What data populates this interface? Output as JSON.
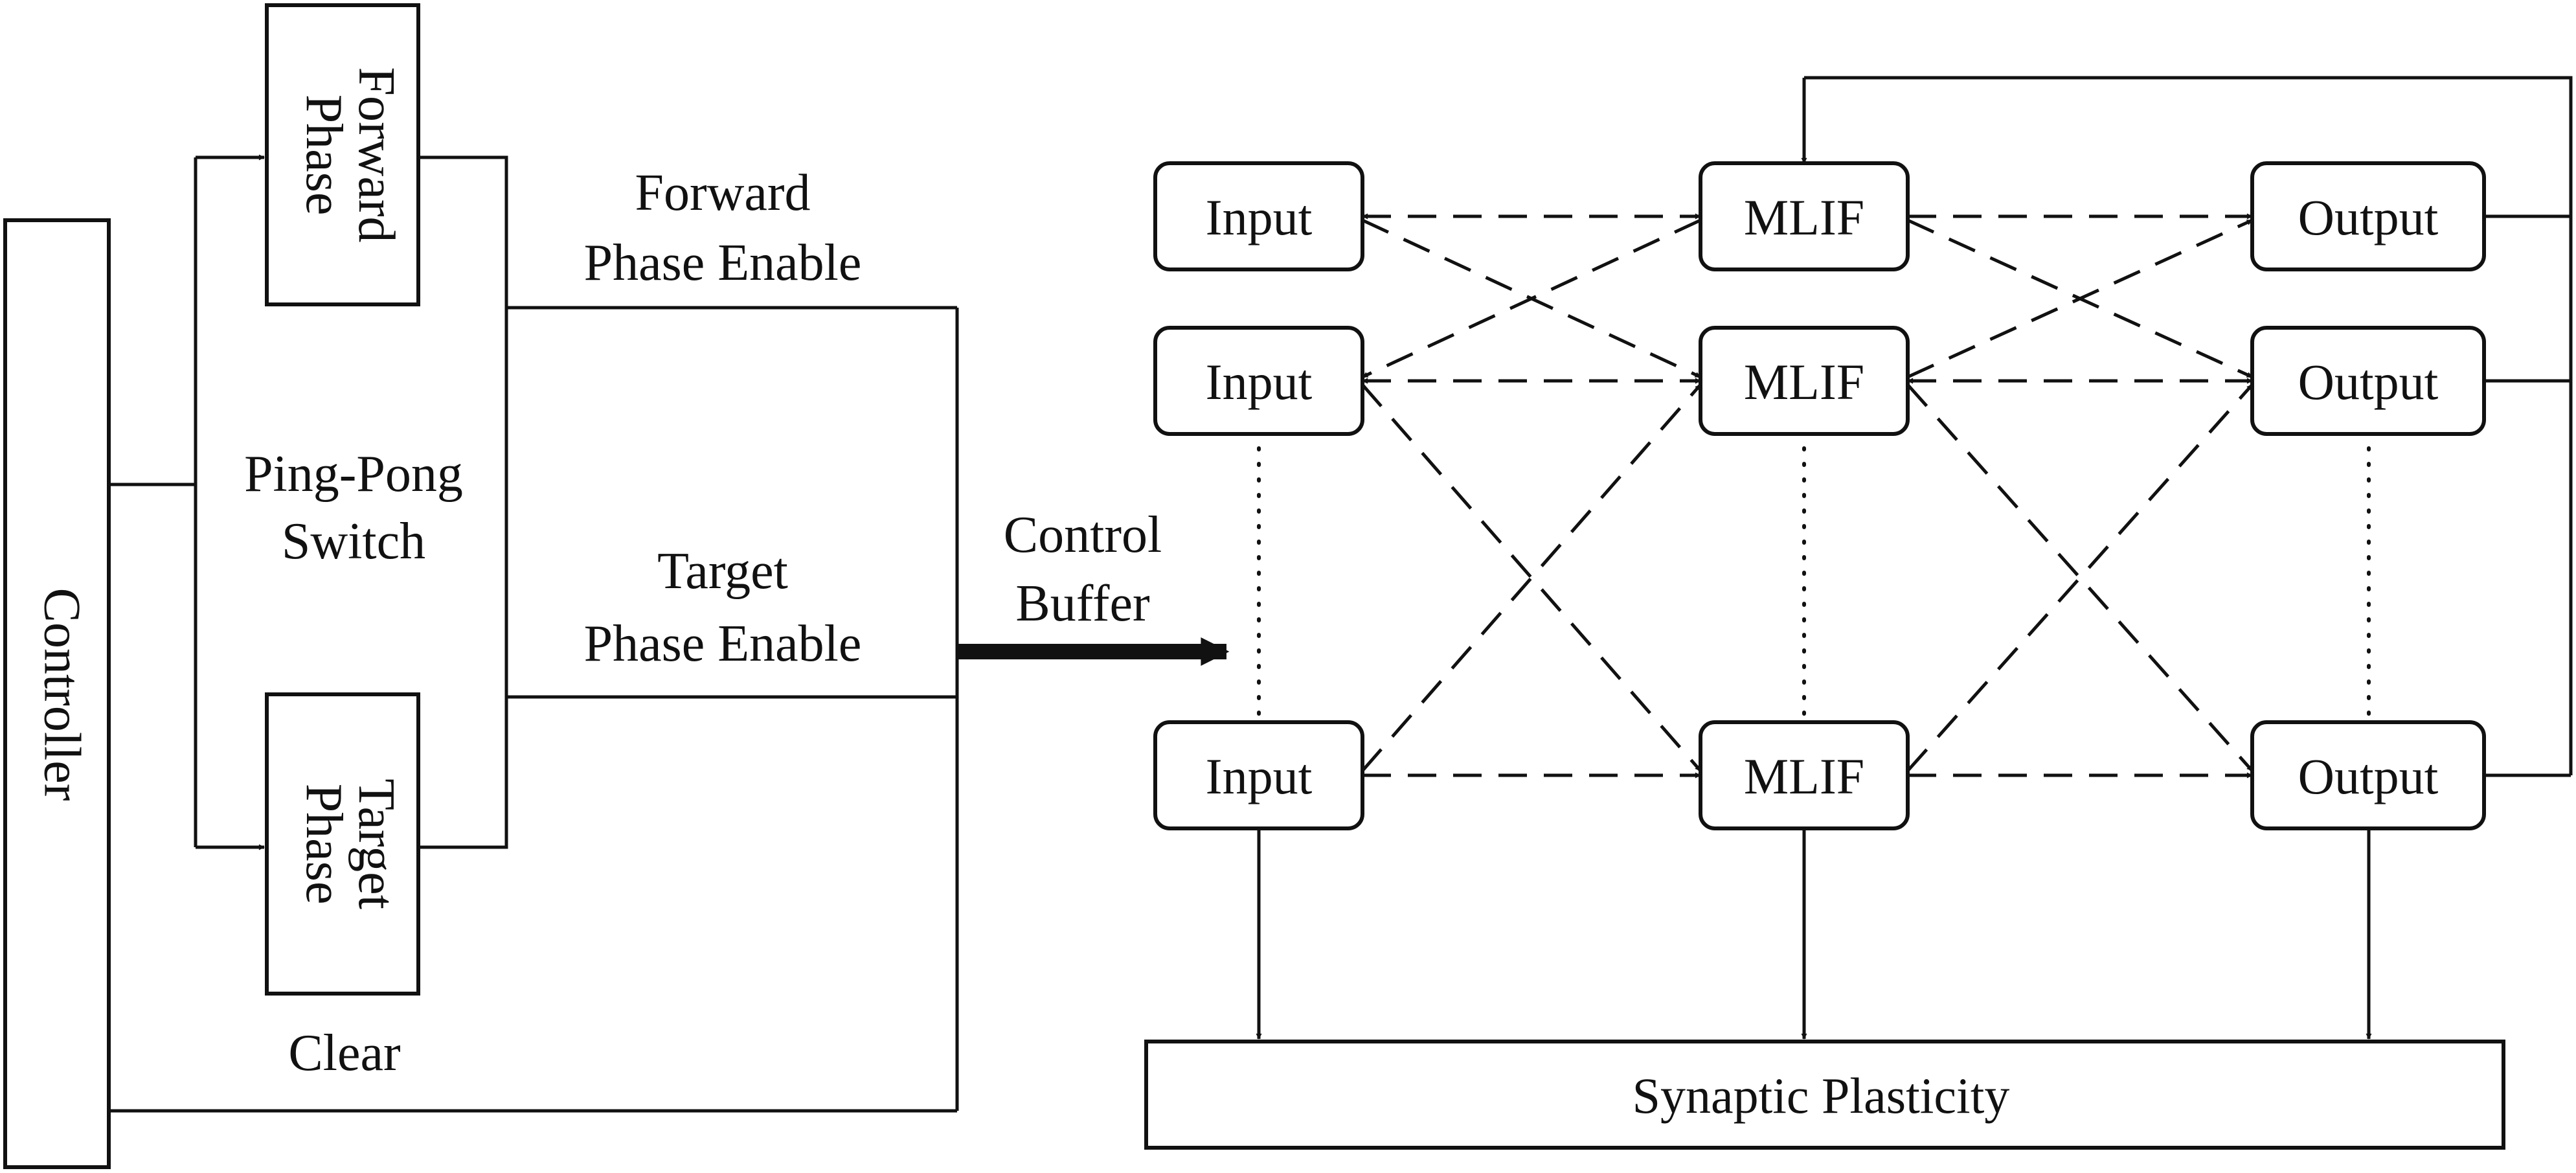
{
  "controller": {
    "label": "Controller"
  },
  "phases": {
    "forward": {
      "line1": "Forward",
      "line2": "Phase"
    },
    "target": {
      "line1": "Target",
      "line2": "Phase"
    }
  },
  "switch": {
    "line1": "Ping-Pong",
    "line2": "Switch"
  },
  "signals": {
    "forward_enable": {
      "line1": "Forward",
      "line2": "Phase Enable"
    },
    "target_enable": {
      "line1": "Target",
      "line2": "Phase Enable"
    },
    "clear": "Clear",
    "control_buffer": {
      "line1": "Control",
      "line2": "Buffer"
    }
  },
  "network": {
    "inputs": [
      "Input",
      "Input",
      "Input"
    ],
    "hidden": [
      "MLIF",
      "MLIF",
      "MLIF"
    ],
    "outputs": [
      "Output",
      "Output",
      "Output"
    ]
  },
  "plasticity": {
    "label": "Synaptic Plasticity"
  }
}
